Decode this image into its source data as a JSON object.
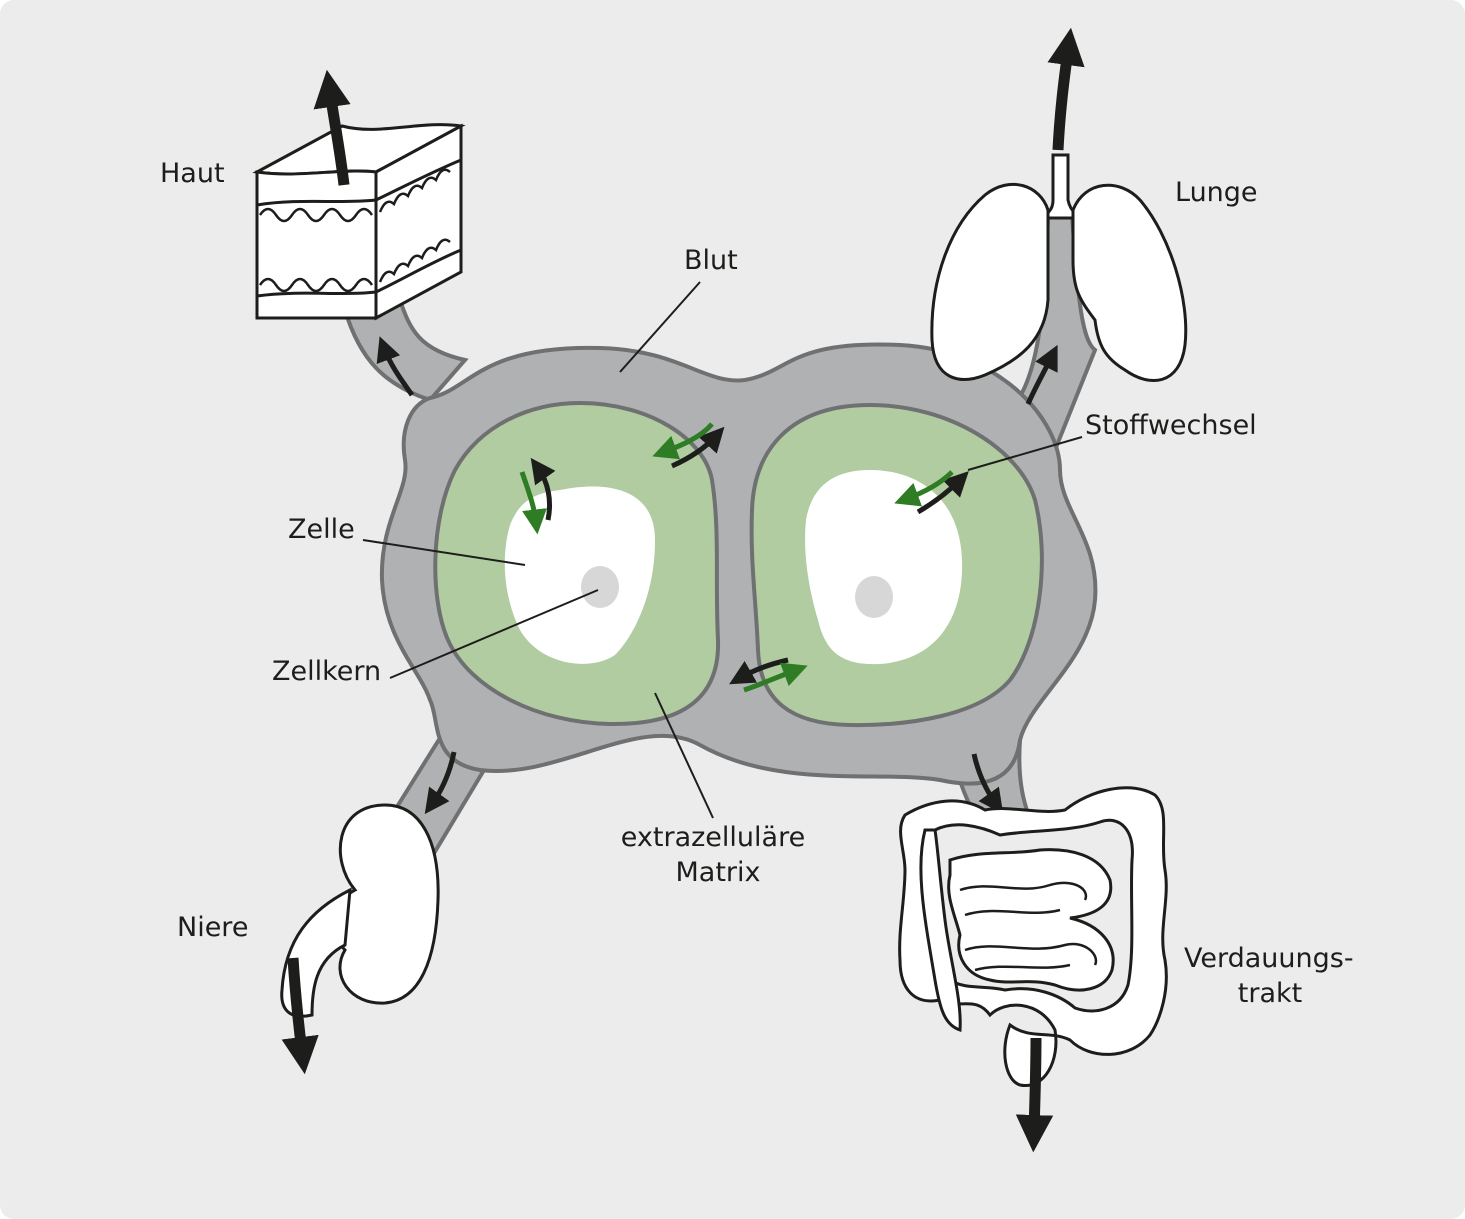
{
  "labels": {
    "haut": "Haut",
    "lunge": "Lunge",
    "blut": "Blut",
    "stoffwechsel": "Stoffwechsel",
    "zelle": "Zelle",
    "zellkern": "Zellkern",
    "matrix_line1": "extrazelluläre",
    "matrix_line2": "Matrix",
    "niere": "Niere",
    "verdauung_line1": "Verdauungs-",
    "verdauung_line2": "trakt"
  },
  "colors": {
    "background": "#ececec",
    "blood": "#b0b1b3",
    "blood_outline": "#6f7072",
    "matrix": "#b2cca2",
    "cell": "#ffffff",
    "nucleus": "#d7d7d8",
    "arrow_dark": "#1d1d1b",
    "arrow_green": "#2e7d25"
  }
}
